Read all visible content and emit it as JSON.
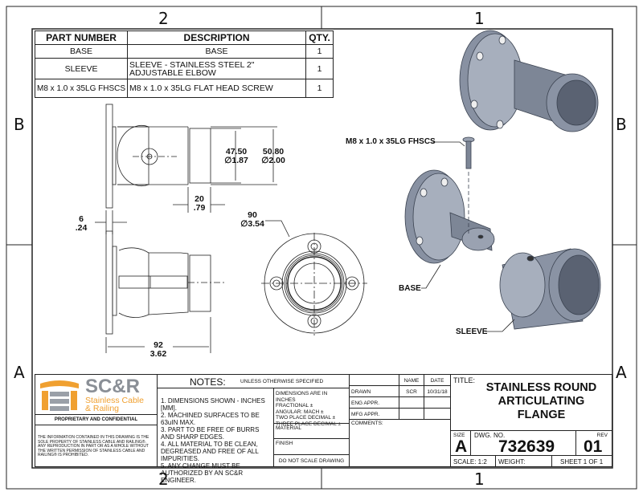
{
  "zones": {
    "top": [
      "2",
      "1"
    ],
    "bottom": [
      "2",
      "1"
    ],
    "left": [
      "B",
      "A"
    ],
    "right": [
      "B",
      "A"
    ]
  },
  "bom": {
    "headers": [
      "PART NUMBER",
      "DESCRIPTION",
      "QTY."
    ],
    "rows": [
      [
        "BASE",
        "BASE",
        "1"
      ],
      [
        "SLEEVE",
        "SLEEVE - STAINLESS STEEL 2\" ADJUSTABLE ELBOW",
        "1"
      ],
      [
        "M8 x 1.0 x 35LG FHSCS",
        "M8 x 1.0 x 35LG FLAT HEAD SCREW",
        "1"
      ]
    ]
  },
  "dimensions": {
    "d47": {
      "mm": "47.50",
      "in": "∅1.87"
    },
    "d50": {
      "mm": "50.80",
      "in": "∅2.00"
    },
    "d20": {
      "mm": "20",
      "in": ".79"
    },
    "d6": {
      "mm": "6",
      "in": ".24"
    },
    "d92": {
      "mm": "92",
      "in": "3.62"
    },
    "d90": {
      "mm": "90",
      "in": "∅3.54"
    }
  },
  "callouts": {
    "screw": "M8 x 1.0 x 35LG FHSCS",
    "base": "BASE",
    "sleeve": "SLEEVE"
  },
  "logo": {
    "mark": "SC&R",
    "line1": "Stainless Cable",
    "line2": "& Railing",
    "color": "#f0a030"
  },
  "title_block": {
    "proprietary": "PROPRIETARY AND CONFIDENTIAL",
    "disclaimer": "THE INFORMATION CONTAINED IN THIS DRAWING IS THE SOLE PROPERTY OF STAINLESS CABLE AND RAILING®. ANY REPRODUCTION IN PART OR AS A WHOLE WITHOUT THE WRITTEN PERMISSION OF STAINLESS CABLE AND RAILING® IS PROHIBITED.",
    "notes_title": "NOTES:",
    "notes_sub": "UNLESS OTHERWISE SPECIFIED",
    "notes": [
      "1. DIMENSIONS SHOWN - INCHES [MM].",
      "2. MACHINED SURFACES TO BE 63uIN MAX.",
      "3. PART TO BE FREE OF BURRS AND SHARP EDGES.",
      "4. ALL MATERIAL TO BE CLEAN, DEGREASED AND FREE OF ALL IMPURITIES.",
      "5. ANY CHANGE MUST BE AUTHORIZED BY AN SC&R ENGINEER."
    ],
    "tolerances": [
      "DIMENSIONS ARE IN INCHES",
      "FRACTIONAL ±",
      "ANGULAR: MACH ±",
      "TWO PLACE DECIMAL ±",
      "THREE PLACE DECIMAL ±"
    ],
    "material": "MATERIAL",
    "finish": "FINISH",
    "no_scale": "DO NOT SCALE DRAWING",
    "name_hdr": "NAME",
    "date_hdr": "DATE",
    "drawn": "DRAWN",
    "drawn_name": "SCR",
    "drawn_date": "10/31/18",
    "eng": "ENG APPR.",
    "mfg": "MFG APPR.",
    "comments": "COMMENTS:",
    "title_label": "TITLE:",
    "title": "STAINLESS ROUND ARTICULATING FLANGE",
    "size_label": "SIZE",
    "size": "A",
    "dwg_label": "DWG. NO.",
    "dwg": "732639",
    "rev_label": "REV",
    "rev": "01",
    "scale": "SCALE: 1:2",
    "weight": "WEIGHT:",
    "sheet": "SHEET 1 OF 1"
  }
}
